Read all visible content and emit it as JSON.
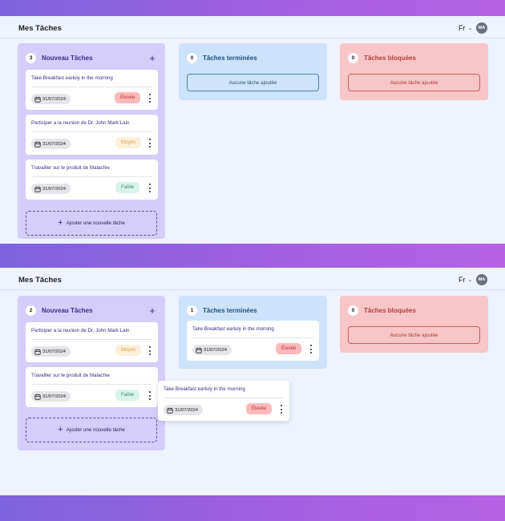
{
  "screens": [
    {
      "title": "Mes Tâches",
      "language": "Fr",
      "avatar_initials": "MA",
      "columns": {
        "new": {
          "count": "3",
          "title": "Nouveau Tâches",
          "add_label": "Ajouter une nouvelle tâche",
          "tasks": [
            {
              "title": "Take Breakfast earluly in the morning",
              "date": "31/07/2024",
              "priority": "Élevée"
            },
            {
              "title": "Participer a la reunion de Dr. John Mark Lain",
              "date": "31/07/2024",
              "priority": "Moyen"
            },
            {
              "title": "Travailler sur le produit de Malachie",
              "date": "31/07/2024",
              "priority": "Faible"
            }
          ]
        },
        "done": {
          "count": "0",
          "title": "Tâches terminées",
          "empty_label": "Aucune tâche ajoutée"
        },
        "blocked": {
          "count": "0",
          "title": "Tâches bloquées",
          "empty_label": "Aucune tâche ajoutée"
        }
      }
    },
    {
      "title": "Mes Tâches",
      "language": "Fr",
      "avatar_initials": "MA",
      "columns": {
        "new": {
          "count": "2",
          "title": "Nouveau Tâches",
          "add_label": "Ajouter une nouvelle tâche",
          "tasks": [
            {
              "title": "Participer a la reunion de Dr. John Mark Lain",
              "date": "31/07/2024",
              "priority": "Moyen"
            },
            {
              "title": "Travailler sur le produit de Malachie",
              "date": "31/07/2024",
              "priority": "Faible"
            }
          ]
        },
        "done": {
          "count": "1",
          "title": "Tâches terminées",
          "tasks": [
            {
              "title": "Take Breakfast earluly in the morning",
              "date": "31/07/2024",
              "priority": "Élevée"
            }
          ]
        },
        "blocked": {
          "count": "0",
          "title": "Tâches bloquées",
          "empty_label": "Aucune tâche ajoutée"
        }
      },
      "dragging_task": {
        "title": "Take Breakfast earluly in the morning",
        "date": "31/07/2024",
        "priority": "Élevée"
      }
    }
  ],
  "colors": {
    "new_column": "#d5cdfa",
    "done_column": "#cde3fb",
    "blocked_column": "#f8c6c6",
    "priority_high": "#fbb9b9",
    "priority_medium": "#fdf0dc",
    "priority_low": "#dcf3ea"
  },
  "icons": [
    "plus-icon",
    "calendar-icon",
    "kebab-icon",
    "chevron-down-icon"
  ]
}
